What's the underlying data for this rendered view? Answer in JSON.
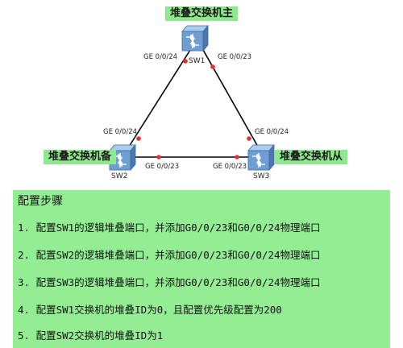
{
  "diagram": {
    "labels": {
      "master": "堆叠交换机主",
      "backup": "堆叠交换机备",
      "slave": "堆叠交换机从"
    },
    "switches": {
      "sw1": "SW1",
      "sw2": "SW2",
      "sw3": "SW3"
    },
    "ports": {
      "sw1_left": "GE 0/0/24",
      "sw1_right": "GE 0/0/23",
      "sw2_top": "GE 0/0/24",
      "sw2_right": "GE 0/0/23",
      "sw3_top": "GE 0/0/24",
      "sw3_left": "GE 0/0/23"
    },
    "colors": {
      "label_bg": "#8ee88e",
      "port_dot": "#e53030",
      "link": "#000000",
      "switch_body": "#6e9ed2"
    }
  },
  "steps": {
    "title": "配置步骤",
    "items": [
      "1. 配置SW1的逻辑堆叠端口，并添加G0/0/23和G0/0/24物理端口",
      "2. 配置SW2的逻辑堆叠端口，并添加G0/0/23和G0/0/24物理端口",
      "3. 配置SW3的逻辑堆叠端口，并添加G0/0/23和G0/0/24物理端口",
      "4. 配置SW1交换机的堆叠ID为0，且配置优先级配置为200",
      "5. 配置SW2交换机的堆叠ID为1"
    ],
    "background": "#93ee93"
  }
}
